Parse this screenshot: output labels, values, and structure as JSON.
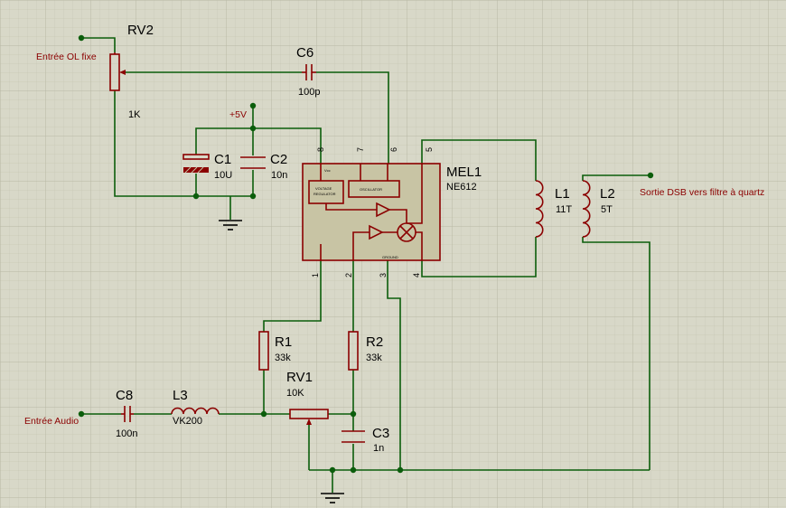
{
  "theme": {
    "background": "#d8d8c8",
    "grid_minor": "#c7c7b5",
    "grid_major": "#b8b8a4",
    "wire": "#0b5d0b",
    "component": "#8b0000",
    "chip_fill": "#c8c4a4"
  },
  "components": {
    "rv2": {
      "ref": "RV2",
      "value": "1K"
    },
    "c6": {
      "ref": "C6",
      "value": "100p"
    },
    "c1": {
      "ref": "C1",
      "value": "10U"
    },
    "c2": {
      "ref": "C2",
      "value": "10n"
    },
    "mel1": {
      "ref": "MEL1",
      "value": "NE612",
      "vcc": "Vcc",
      "regulator_line1": "VOLTAGE",
      "regulator_line2": "REGULATOR",
      "oscillator": "OSCILLATOR",
      "ground": "GROUND",
      "pins": {
        "p1": "1",
        "p2": "2",
        "p3": "3",
        "p4": "4",
        "p5": "5",
        "p6": "6",
        "p7": "7",
        "p8": "8"
      }
    },
    "l1": {
      "ref": "L1",
      "value": "11T"
    },
    "l2": {
      "ref": "L2",
      "value": "5T"
    },
    "r1": {
      "ref": "R1",
      "value": "33k"
    },
    "r2": {
      "ref": "R2",
      "value": "33k"
    },
    "rv1": {
      "ref": "RV1",
      "value": "10K"
    },
    "c8": {
      "ref": "C8",
      "value": "100n"
    },
    "l3": {
      "ref": "L3",
      "value": "VK200"
    },
    "c3": {
      "ref": "C3",
      "value": "1n"
    }
  },
  "nets": {
    "ol_input": "Entrée OL fixe",
    "supply": "+5V",
    "dsb_output": "Sortie DSB vers filtre à quartz",
    "audio_input": "Entrée Audio"
  }
}
